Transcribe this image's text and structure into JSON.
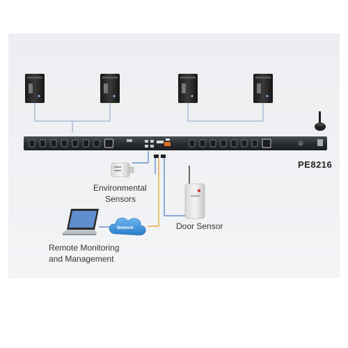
{
  "diagram": {
    "model_label": "PE8216",
    "labels": {
      "environmental_sensors": [
        "Environmental",
        "Sensors"
      ],
      "door_sensor": "Door Sensor",
      "remote_monitoring": [
        "Remote Monitoring",
        "and Management"
      ],
      "network": "Network"
    },
    "colors": {
      "background_panel": "#eceef1",
      "pdu_body": "#2e3134",
      "connector_line": "#e0a020",
      "link_line": "#4a7fc1",
      "network_cloud": "#3b8fd9"
    },
    "nodes": [
      "server-1",
      "server-2",
      "server-3",
      "server-4",
      "pdu",
      "environmental-sensor",
      "door-sensor",
      "laptop",
      "network-cloud",
      "tower-icon"
    ]
  }
}
